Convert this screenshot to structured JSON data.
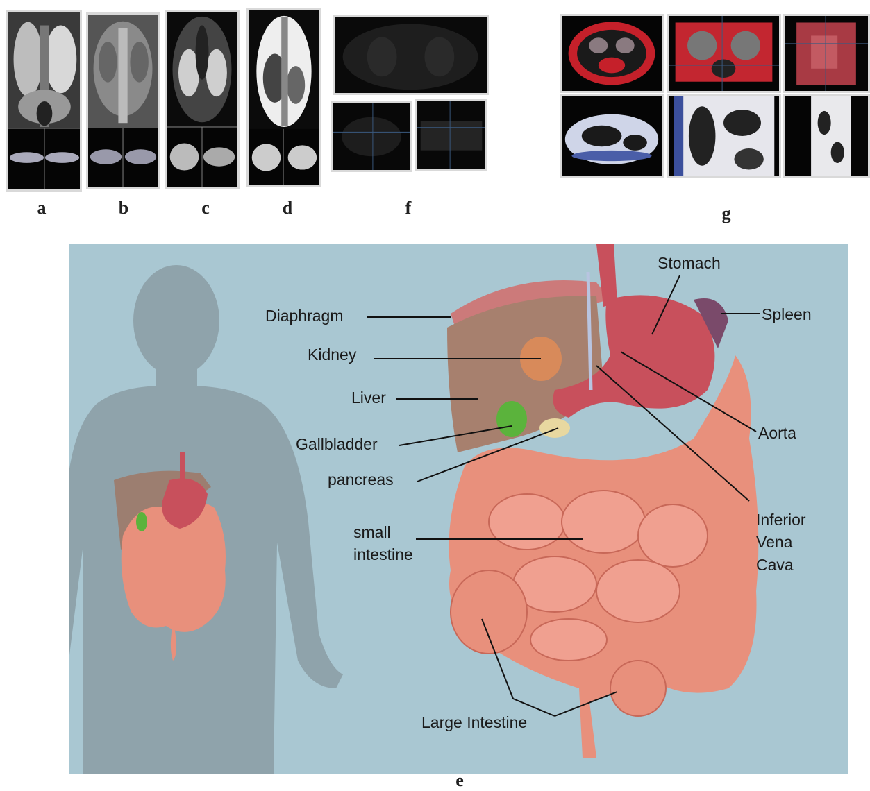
{
  "panels": {
    "a": {
      "label": "a"
    },
    "b": {
      "label": "b"
    },
    "c": {
      "label": "c"
    },
    "d": {
      "label": "d"
    },
    "f": {
      "label": "f"
    },
    "g": {
      "label": "g"
    },
    "e": {
      "label": "e"
    }
  },
  "diagram": {
    "labels": {
      "stomach": "Stomach",
      "spleen": "Spleen",
      "diaphragm": "Diaphragm",
      "kidney": "Kidney",
      "liver": "Liver",
      "gallbladder": "Gallbladder",
      "pancreas": "pancreas",
      "aorta": "Aorta",
      "small_intestine_1": "small",
      "small_intestine_2": "intestine",
      "ivc_1": "Inferior",
      "ivc_2": "Vena",
      "ivc_3": "Cava",
      "large_intestine": "Large Intestine"
    },
    "colors": {
      "background": "#a9c7d2",
      "silhouette": "#8fa3ab",
      "intestine": "#e8907c",
      "stomach": "#c8505c",
      "liver": "#a7806e",
      "gallbladder": "#5bb33c"
    }
  }
}
